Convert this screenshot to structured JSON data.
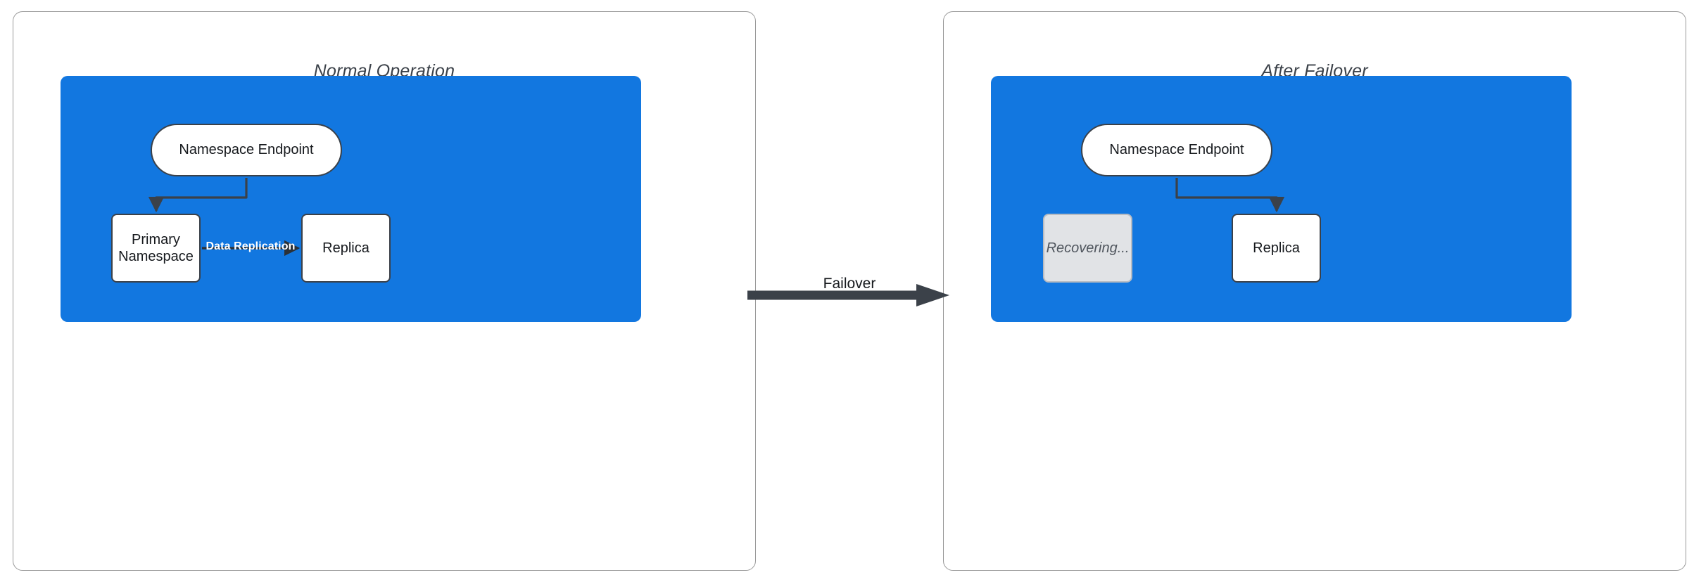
{
  "diagram": {
    "title_left": "Normal Operation",
    "title_right": "After Failover",
    "transition_label": "Failover",
    "accent_color": "#1277e0",
    "stroke_color": "#3b4149",
    "node_fill": "#ffffff",
    "dim_fill": "#e1e3e6"
  },
  "left_panel": {
    "title": "Normal Operation",
    "nodes": {
      "endpoint": "Namespace Endpoint",
      "primary": "Primary Namespace",
      "replica": "Replica"
    },
    "edges": {
      "endpoint_to_primary": "",
      "replication": "Data Replication"
    }
  },
  "right_panel": {
    "title": "After Failover",
    "nodes": {
      "endpoint": "Namespace Endpoint",
      "recovering": "Recovering...",
      "replica": "Replica"
    },
    "edges": {
      "endpoint_to_replica": ""
    }
  },
  "transition": {
    "label": "Failover"
  }
}
